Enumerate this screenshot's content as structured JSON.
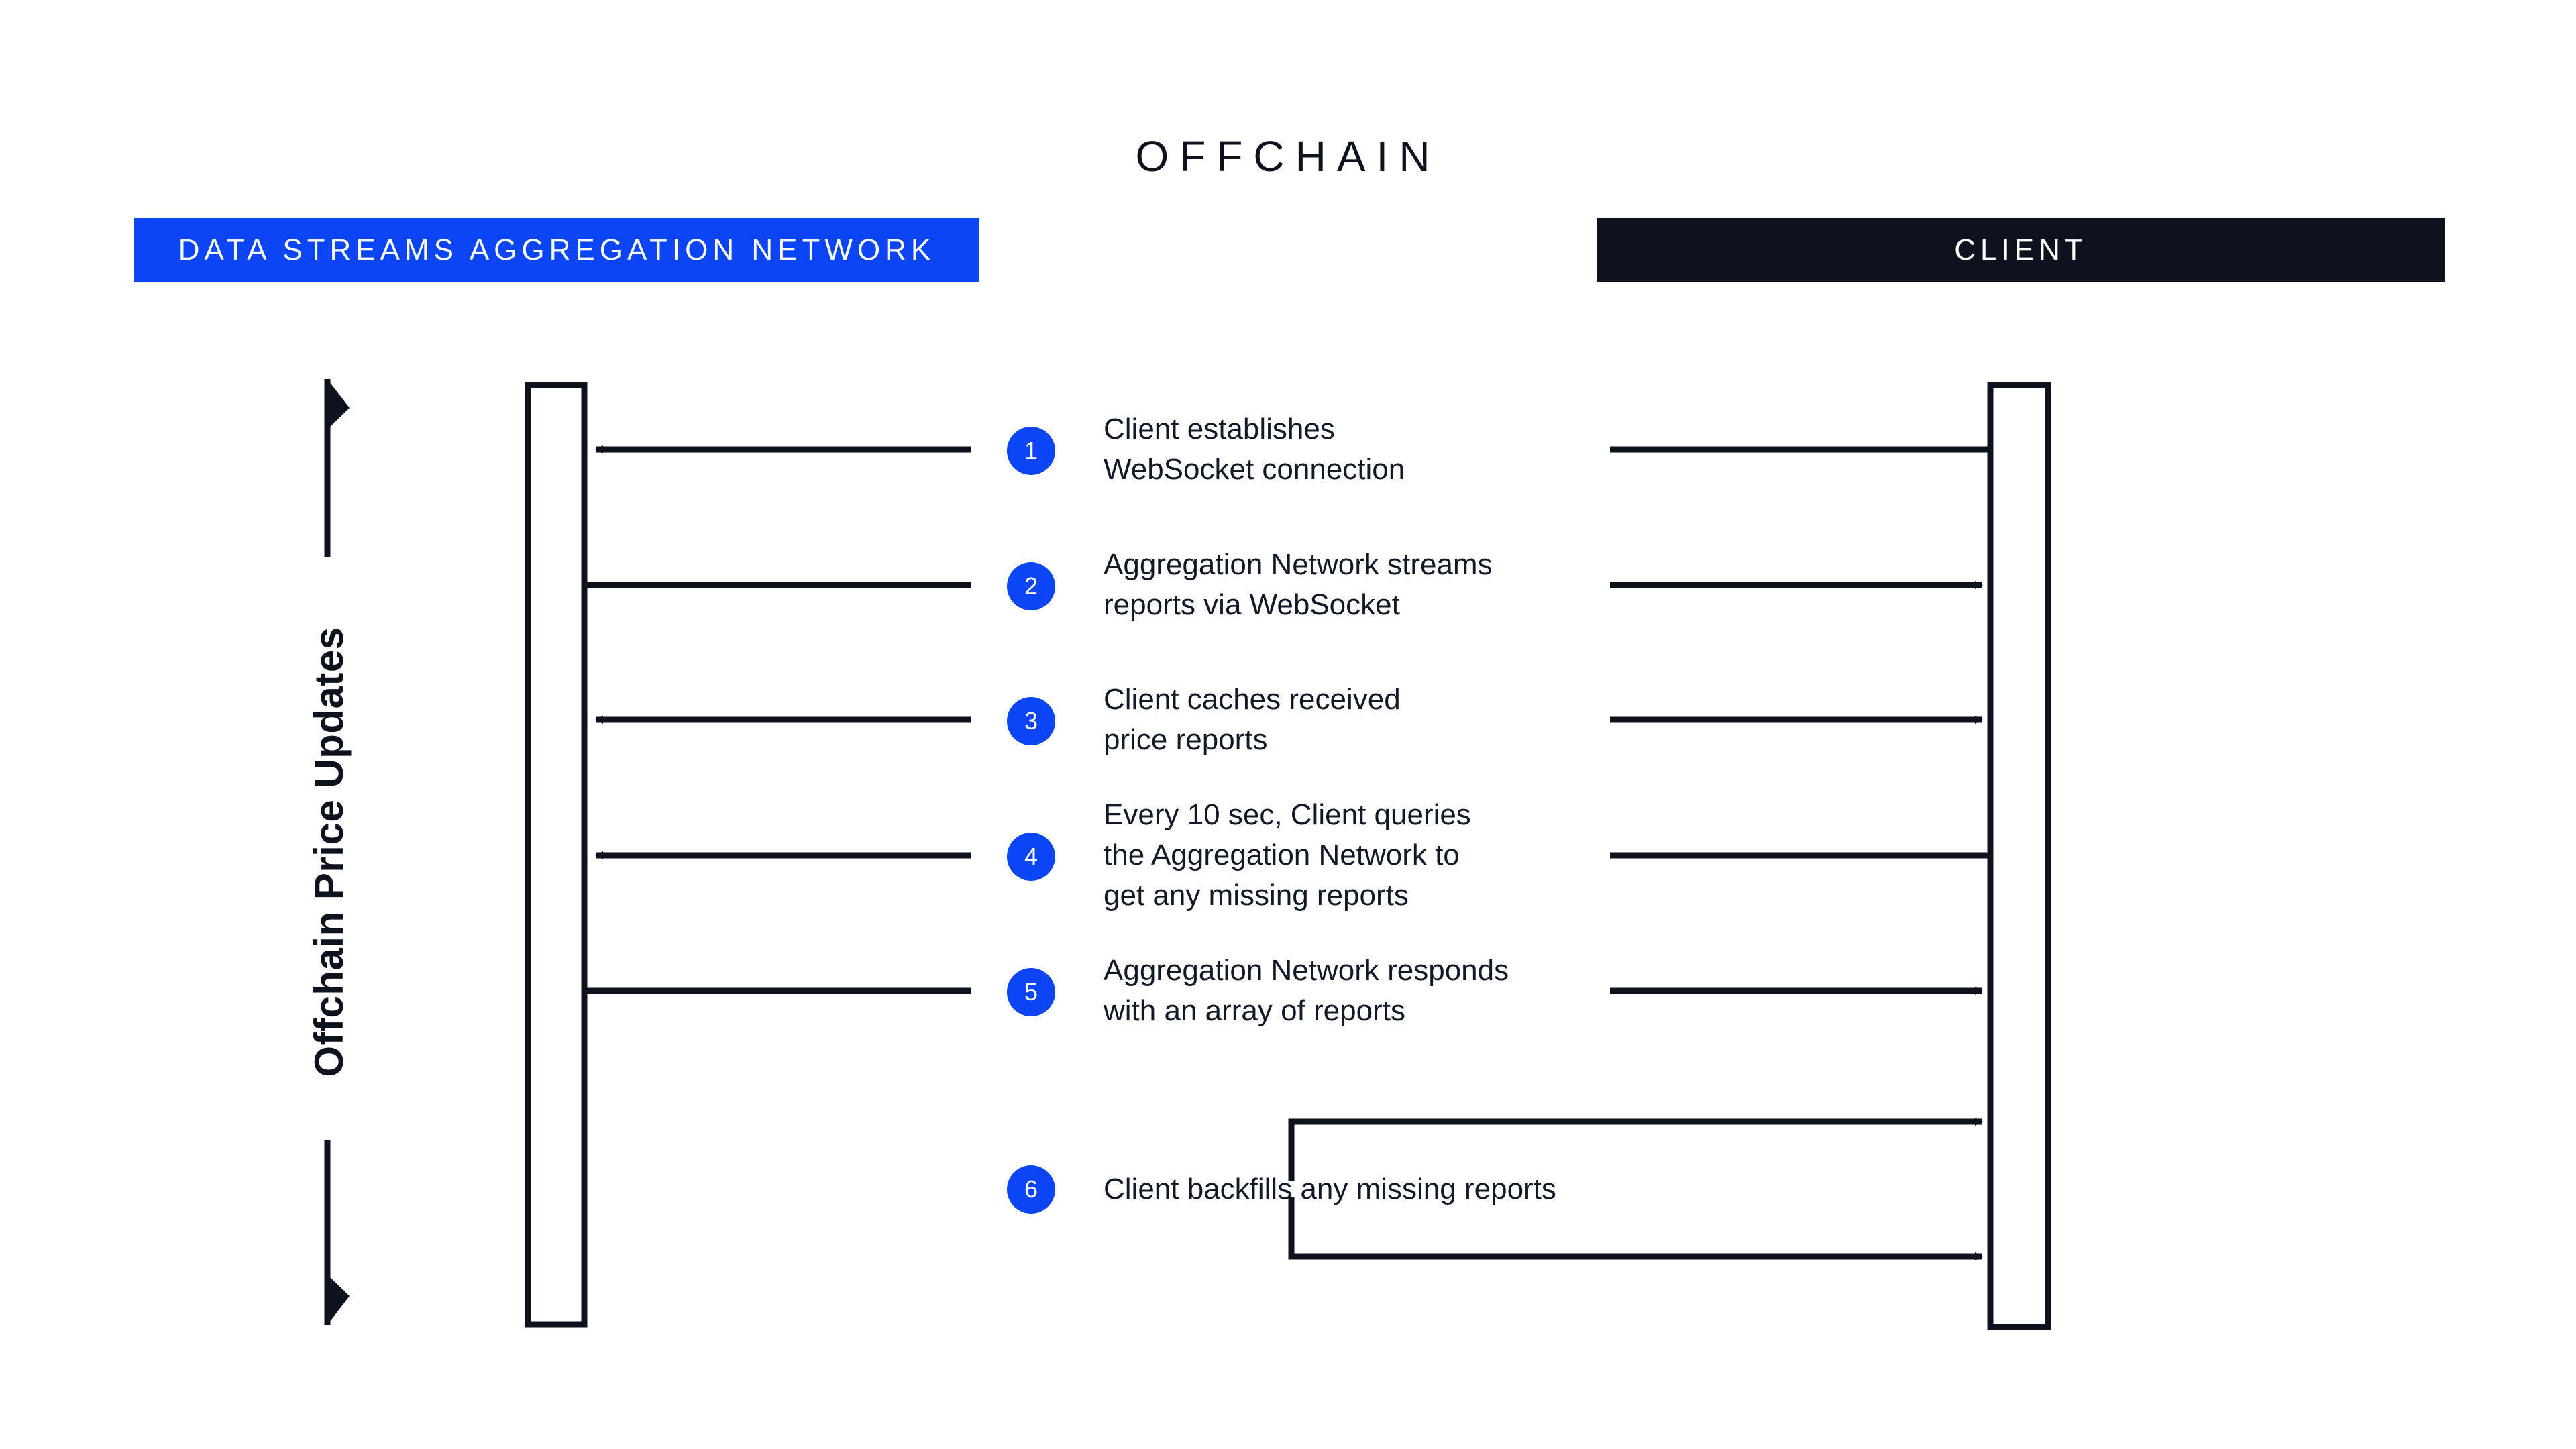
{
  "diagram": {
    "title": "OFFCHAIN",
    "axis_label": "Offchain Price Updates",
    "accent_blue": "#0B45F5",
    "dark_navy": "#0D121E",
    "background": "#FFFFFF"
  },
  "lanes": {
    "left": {
      "header": "DATA STREAMS AGGREGATION NETWORK",
      "header_bg": "#0B45F5",
      "header_color": "#FFFFFF"
    },
    "right": {
      "header": "CLIENT",
      "header_bg": "#0D121E",
      "header_color": "#FFFFFF"
    }
  },
  "steps": [
    {
      "number": "1",
      "text": "Client establishes\nWebSocket connection",
      "direction": "right-to-left",
      "left_end": "arrow",
      "right_end": "plain"
    },
    {
      "number": "2",
      "text": "Aggregation Network streams\nreports via WebSocket",
      "direction": "left-to-right",
      "left_end": "plain",
      "right_end": "arrow"
    },
    {
      "number": "3",
      "text": "Client caches received\nprice reports",
      "direction": "right-to-left",
      "left_end": "arrow",
      "right_end": "arrow"
    },
    {
      "number": "4",
      "text": "Every 10 sec, Client queries\nthe Aggregation Network to\nget any missing reports",
      "direction": "right-to-left",
      "left_end": "arrow",
      "right_end": "plain"
    },
    {
      "number": "5",
      "text": "Aggregation Network responds\nwith an array of reports",
      "direction": "left-to-right",
      "left_end": "plain",
      "right_end": "arrow"
    },
    {
      "number": "6",
      "text": "Client backfills any missing reports",
      "direction": "self-loop-client",
      "left_end": "none",
      "right_end": "arrow"
    }
  ]
}
